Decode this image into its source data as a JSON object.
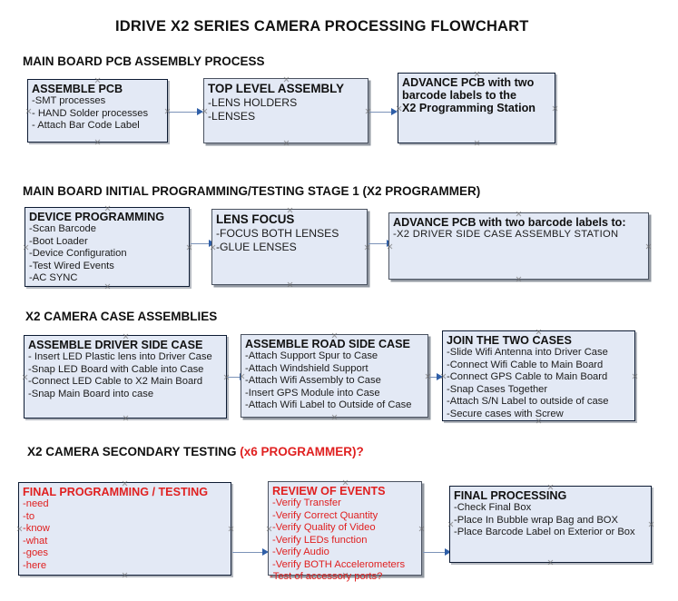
{
  "document": {
    "title": "IDRIVE X2  SERIES CAMERA PROCESSING FLOWCHART"
  },
  "colors": {
    "box_fill": "#e3e9f5",
    "box_border": "#0d1b33",
    "accent_red": "#e02020",
    "connector": "#7c93b8",
    "arrowhead": "#2f5fa8"
  },
  "sections": [
    {
      "heading": "MAIN BOARD PCB ASSEMBLY PROCESS",
      "heading_red": "",
      "boxes": [
        {
          "title": "ASSEMBLE PCB",
          "lines": [
            "-SMT processes",
            "- HAND Solder processes",
            "- Attach Bar Code Label"
          ]
        },
        {
          "title": "TOP LEVEL ASSEMBLY",
          "lines": [
            "-LENS HOLDERS",
            "-LENSES"
          ]
        },
        {
          "title": "ADVANCE PCB with two",
          "lines": [
            "barcode labels to the",
            " X2 Programming Station"
          ]
        }
      ]
    },
    {
      "heading": "MAIN BOARD INITIAL PROGRAMMING/TESTING STAGE 1 (X2 PROGRAMMER)",
      "heading_red": "",
      "boxes": [
        {
          "title": "DEVICE PROGRAMMING",
          "lines": [
            "-Scan Barcode",
            "-Boot Loader",
            "-Device Configuration",
            "-Test Wired Events",
            "-AC SYNC"
          ]
        },
        {
          "title": "LENS FOCUS",
          "lines": [
            "-FOCUS BOTH LENSES",
            "-GLUE LENSES"
          ]
        },
        {
          "title": "ADVANCE PCB with two barcode labels to:",
          "lines": [
            "-X2 DRIVER  SIDE  CASE  ASSEMBLY STATION"
          ]
        }
      ]
    },
    {
      "heading": "X2 CAMERA CASE ASSEMBLIES",
      "heading_red": "",
      "boxes": [
        {
          "title": "ASSEMBLE DRIVER SIDE CASE",
          "lines": [
            "- Insert LED Plastic lens into Driver Case",
            "-Snap LED Board with Cable into Case",
            "-Connect LED Cable to X2 Main Board",
            "-Snap Main Board into case"
          ]
        },
        {
          "title": "ASSEMBLE ROAD SIDE CASE",
          "lines": [
            "-Attach Support Spur to Case",
            "-Attach Windshield Support",
            "-Attach Wifi Assembly to Case",
            "-Insert GPS Module into Case",
            "-Attach Wifi Label to Outside of Case"
          ]
        },
        {
          "title": "JOIN THE TWO CASES",
          "lines": [
            "-Slide Wifi Antenna into Driver Case",
            "-Connect Wifi Cable to Main Board",
            "-Connect GPS Cable to Main Board",
            "-Snap Cases Together",
            "-Attach S/N Label to outside of case",
            "-Secure cases with Screw"
          ]
        }
      ]
    },
    {
      "heading": "X2 CAMERA SECONDARY TESTING ",
      "heading_red": "(x6 PROGRAMMER)?",
      "boxes": [
        {
          "title": "FINAL PROGRAMMING / TESTING",
          "lines": [
            "-need",
            "-to",
            "-know",
            "-what",
            "-goes",
            "-here"
          ]
        },
        {
          "title": "REVIEW OF EVENTS",
          "lines": [
            "-Verify Transfer",
            "-Verify Correct Quantity",
            "-Verify Quality of Video",
            "-Verify LEDs function",
            "-Verify Audio",
            "-Verify BOTH Accelerometers"
          ],
          "overflow_line": "-Test of accessory ports?"
        },
        {
          "title": "FINAL PROCESSING",
          "lines": [
            " -Check Final Box",
            "-Place In Bubble wrap Bag and BOX",
            "-Place Barcode Label on Exterior or Box"
          ]
        }
      ]
    }
  ]
}
